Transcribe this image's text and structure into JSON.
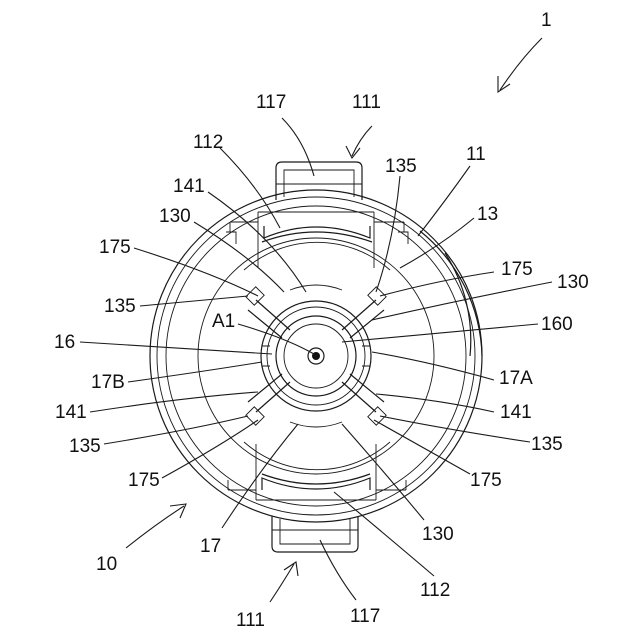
{
  "figure": {
    "title": "",
    "labels": [
      {
        "id": "L1",
        "text": "1"
      },
      {
        "id": "L117t",
        "text": "117"
      },
      {
        "id": "L111t",
        "text": "111"
      },
      {
        "id": "L112t",
        "text": "112"
      },
      {
        "id": "L135tr",
        "text": "135"
      },
      {
        "id": "L11",
        "text": "11"
      },
      {
        "id": "L141t",
        "text": "141"
      },
      {
        "id": "L13",
        "text": "13"
      },
      {
        "id": "L130tl",
        "text": "130"
      },
      {
        "id": "L175tl",
        "text": "175"
      },
      {
        "id": "L175tr",
        "text": "175"
      },
      {
        "id": "L130tr",
        "text": "130"
      },
      {
        "id": "L135tl",
        "text": "135"
      },
      {
        "id": "L160",
        "text": "160"
      },
      {
        "id": "LA1",
        "text": "A1"
      },
      {
        "id": "L16",
        "text": "16"
      },
      {
        "id": "L17B",
        "text": "17B"
      },
      {
        "id": "L17A",
        "text": "17A"
      },
      {
        "id": "L141l",
        "text": "141"
      },
      {
        "id": "L141r",
        "text": "141"
      },
      {
        "id": "L135bl",
        "text": "135"
      },
      {
        "id": "L135br",
        "text": "135"
      },
      {
        "id": "L175bl",
        "text": "175"
      },
      {
        "id": "L175br",
        "text": "175"
      },
      {
        "id": "L10",
        "text": "10"
      },
      {
        "id": "L17",
        "text": "17"
      },
      {
        "id": "L130b",
        "text": "130"
      },
      {
        "id": "L112b",
        "text": "112"
      },
      {
        "id": "L111b",
        "text": "111"
      },
      {
        "id": "L117b",
        "text": "117"
      }
    ]
  }
}
